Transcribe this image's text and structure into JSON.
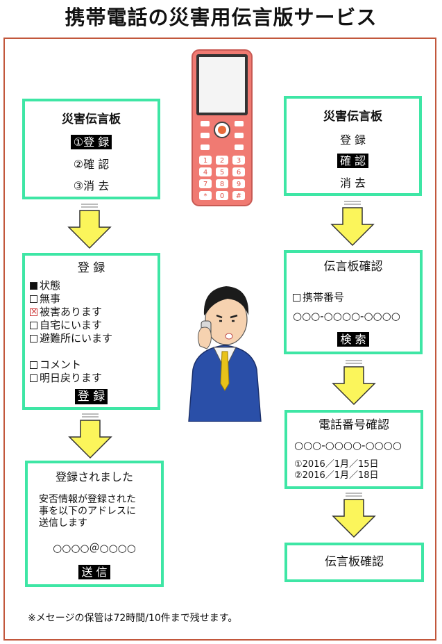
{
  "title": "携帯電話の災害用伝言版サービス",
  "left": {
    "menu": {
      "heading": "災害伝言板",
      "items": [
        "①登 録",
        "②確 認",
        "③消 去"
      ]
    },
    "register": {
      "heading": "登 録",
      "options": [
        "状態",
        "無事",
        "被害あります",
        "自宅にいます",
        "避難所にいます"
      ],
      "comments": [
        "コメント",
        "明日戻ります"
      ],
      "button": "登 録"
    },
    "done": {
      "heading": "登録されました",
      "message": [
        "安否情報が登録された",
        "事を以下のアドレスに",
        "送信します"
      ],
      "address": "○○○○＠○○○○",
      "button": "送 信"
    }
  },
  "right": {
    "menu": {
      "heading": "災害伝言板",
      "items": [
        "登 録",
        "確 認",
        "消 去"
      ]
    },
    "confirm": {
      "heading": "伝言板確認",
      "field_label": "携帯番号",
      "number": "○○○-○○○○-○○○○",
      "button": "検 索"
    },
    "phone_confirm": {
      "heading": "電話番号確認",
      "number": "○○○-○○○○-○○○○",
      "entries": [
        "①2016／1月／15日",
        "②2016／1月／18日"
      ]
    },
    "final": {
      "heading": "伝言板確認"
    }
  },
  "keypad": [
    "1",
    "2",
    "3",
    "4",
    "5",
    "6",
    "7",
    "8",
    "9",
    "*",
    "0",
    "#"
  ],
  "note": "※メセージの保管は72時間/10件まで残せます。",
  "colors": {
    "box_border": "#3ee6a5",
    "arrow_fill": "#fbf55b",
    "frame": "#c2573c",
    "phone_body": "#f07a72"
  }
}
